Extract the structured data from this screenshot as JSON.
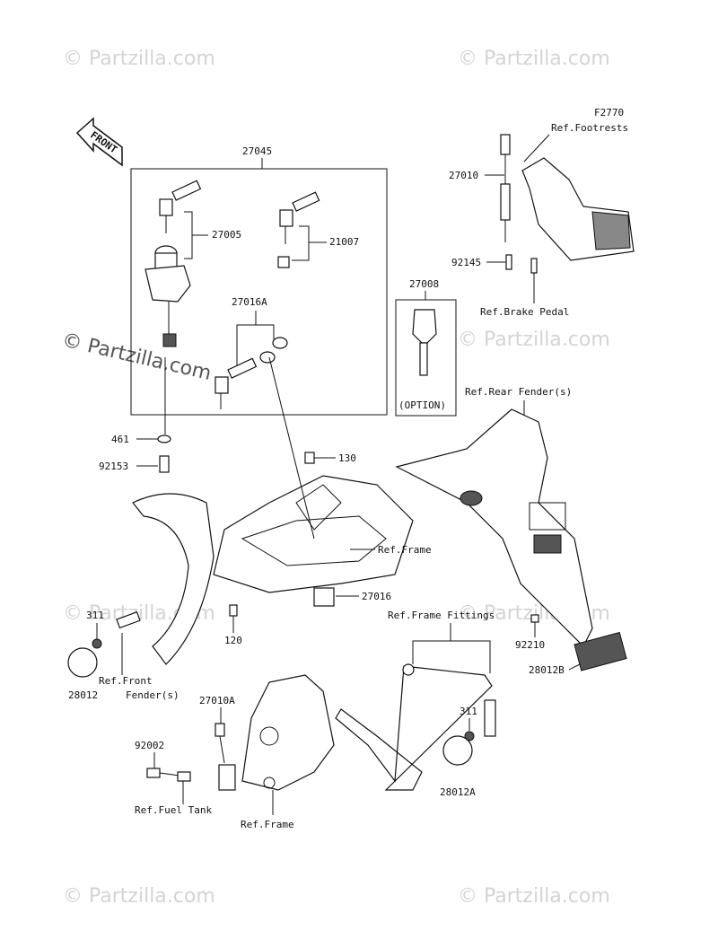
{
  "diagram": {
    "code": "F2770",
    "front_arrow": "FRONT",
    "watermark": "© Partzilla.com",
    "labels": {
      "p27045": "27045",
      "p27005": "27005",
      "p21007": "21007",
      "p27016A": "27016A",
      "p27008": "27008",
      "option": "(OPTION)",
      "p461": "461",
      "p92153": "92153",
      "p130": "130",
      "p27016": "27016",
      "p120": "120",
      "p311a": "311",
      "p28012": "28012",
      "ref_front_fender_1": "Ref.Front",
      "ref_front_fender_2": "Fender(s)",
      "ref_frame_mid": "Ref.Frame",
      "p27010": "27010",
      "ref_footrests": "Ref.Footrests",
      "p92145": "92145",
      "ref_brake_pedal": "Ref.Brake Pedal",
      "ref_rear_fender": "Ref.Rear Fender(s)",
      "ref_frame_fittings": "Ref.Frame Fittings",
      "p92210": "92210",
      "p28012B": "28012B",
      "p27010A": "27010A",
      "p92002": "92002",
      "ref_fuel_tank": "Ref.Fuel Tank",
      "ref_frame_bottom": "Ref.Frame",
      "p311b": "311",
      "p28012A": "28012A"
    }
  }
}
